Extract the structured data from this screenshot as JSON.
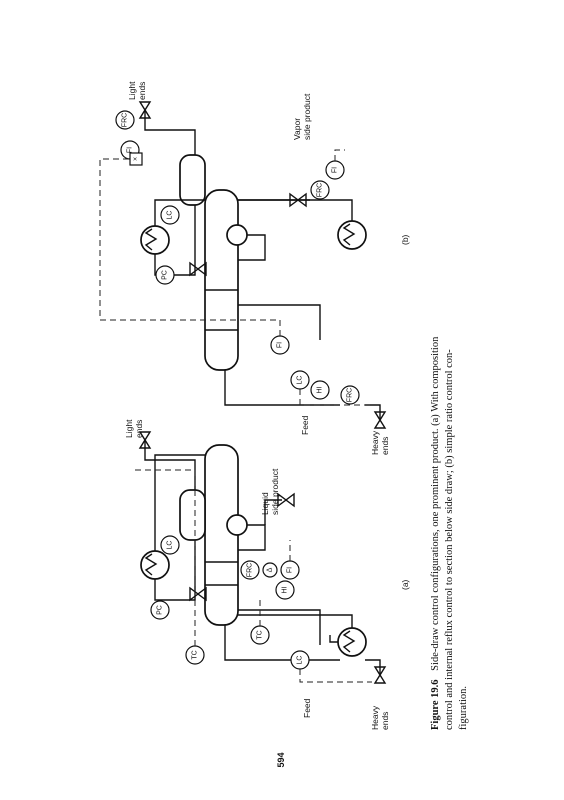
{
  "page_number": "594",
  "caption": {
    "label": "Figure 19.6",
    "line1": "Side-draw control configurations, one prominent product. (a) With composition",
    "line2": "control and internal reflux control to section below side draw; (b) simple ratio control con-",
    "line3": "figuration."
  },
  "panel_a": {
    "panel_label": "(a)",
    "feed": "Feed",
    "heavy_ends_1": "Heavy",
    "heavy_ends_2": "ends",
    "light_ends_1": "Light",
    "light_ends_2": "ends",
    "side_product_1": "Liquid",
    "side_product_2": "side product",
    "tags": {
      "tc_top": "TC",
      "tc_mid": "TC",
      "lc_bottom": "LC",
      "pc": "PC",
      "lc_drum": "LC",
      "fi": "FI",
      "fi_delta": "Δ",
      "frc": "FRC",
      "hi": "HI"
    }
  },
  "panel_b": {
    "panel_label": "(b)",
    "feed": "Feed",
    "heavy_ends_1": "Heavy",
    "heavy_ends_2": "ends",
    "light_ends_1": "Light",
    "light_ends_2": "ends",
    "side_product_1": "Vapor",
    "side_product_2": "side product",
    "tags": {
      "fi_feed": "FI",
      "lc_bottom": "LC",
      "hi": "HI",
      "frc_bottom": "FRC",
      "pc": "PC",
      "lc_drum": "LC",
      "fi_top": "FI",
      "frc_top": "FRC",
      "frc_side": "FRC",
      "fi_side": "FI",
      "ratio": "×"
    }
  }
}
